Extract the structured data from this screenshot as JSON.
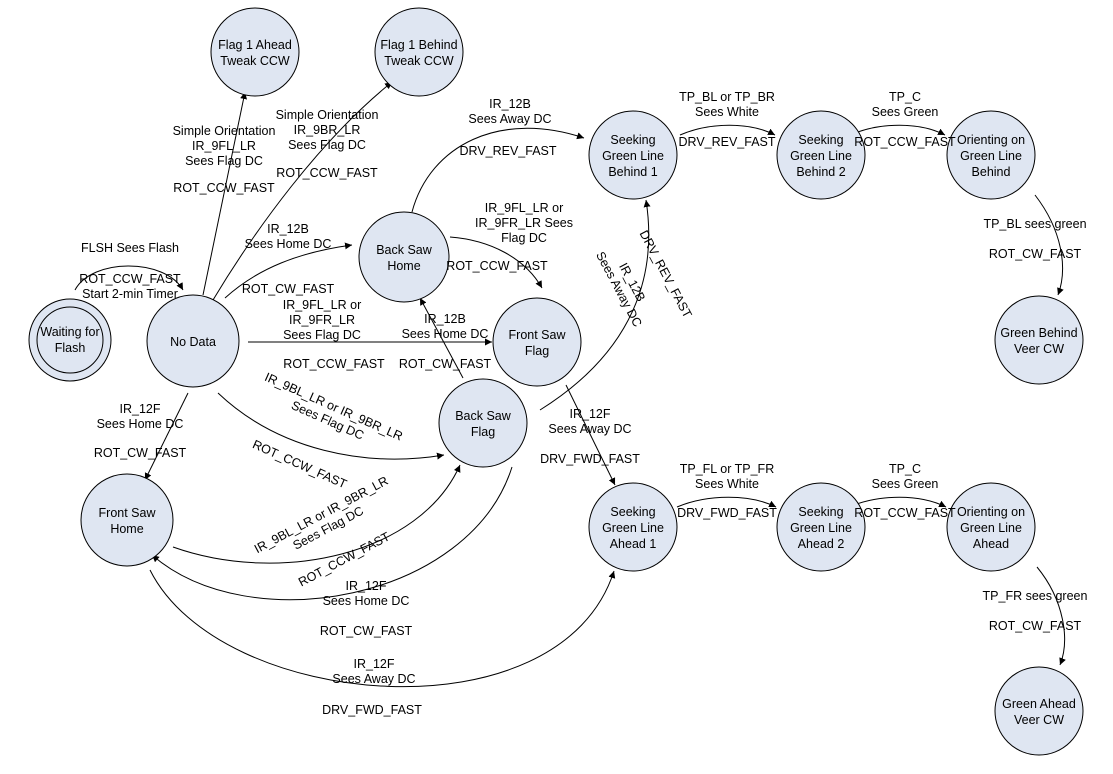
{
  "diagram": {
    "type": "state-machine",
    "states": {
      "waiting": [
        "Waiting for",
        "Flash"
      ],
      "nodata": [
        "No Data"
      ],
      "flag1ahead": [
        "Flag 1 Ahead",
        "Tweak CCW"
      ],
      "flag1behind": [
        "Flag 1 Behind",
        "Tweak CCW"
      ],
      "backsawhome": [
        "Back Saw",
        "Home"
      ],
      "frontsawflag": [
        "Front Saw",
        "Flag"
      ],
      "backsawflag": [
        "Back Saw",
        "Flag"
      ],
      "frontsawhome": [
        "Front Saw",
        "Home"
      ],
      "seekbehind1": [
        "Seeking",
        "Green Line",
        "Behind 1"
      ],
      "seekbehind2": [
        "Seeking",
        "Green Line",
        "Behind 2"
      ],
      "orientbehind": [
        "Orienting on",
        "Green Line",
        "Behind"
      ],
      "greenbehind": [
        "Green Behind",
        "Veer CW"
      ],
      "seekahead1": [
        "Seeking",
        "Green Line",
        "Ahead 1"
      ],
      "seekahead2": [
        "Seeking",
        "Green Line",
        "Ahead 2"
      ],
      "orientahead": [
        "Orienting on",
        "Green Line",
        "Ahead"
      ],
      "greenahead": [
        "Green Ahead",
        "Veer CW"
      ]
    },
    "labels": {
      "l_flash": [
        "FLSH Sees Flash"
      ],
      "l_flash_act": [
        "ROT_CCW_FAST",
        "Start 2-min Timer"
      ],
      "l_flag1a": [
        "Simple Orientation",
        "IR_9FL_LR",
        "Sees Flag DC"
      ],
      "l_flag1a_act": [
        "ROT_CCW_FAST"
      ],
      "l_flag1b": [
        "Simple Orientation",
        "IR_9BR_LR",
        "Sees Flag DC"
      ],
      "l_flag1b_act": [
        "ROT_CCW_FAST"
      ],
      "l_bsh": [
        "IR_12B",
        "Sees Home DC"
      ],
      "l_bsh_act": [
        "ROT_CW_FAST"
      ],
      "l_fsf": [
        "IR_9FL_LR or",
        "IR_9FR_LR",
        "Sees Flag DC"
      ],
      "l_fsf_act": [
        "ROT_CCW_FAST"
      ],
      "l_bsh_fsf": [
        "IR_9FL_LR or",
        "IR_9FR_LR Sees",
        "Flag DC"
      ],
      "l_bsh_fsf_act": [
        "ROT_CCW_FAST"
      ],
      "l_bsf_bsh": [
        "IR_12B",
        "Sees Home DC"
      ],
      "l_bsf_bsh_act": [
        "ROT_CW_FAST"
      ],
      "l_bsh_seek": [
        "IR_12B",
        "Sees Away DC"
      ],
      "l_bsh_seek_act": [
        "DRV_REV_FAST"
      ],
      "l_sb12": [
        "TP_BL or TP_BR",
        "Sees White"
      ],
      "l_sb12_act": [
        "DRV_REV_FAST"
      ],
      "l_sb2o": [
        "TP_C",
        "Sees Green"
      ],
      "l_sb2o_act": [
        "ROT_CCW_FAST"
      ],
      "l_ob_gb": [
        "TP_BL sees green"
      ],
      "l_ob_gb_act": [
        "ROT_CW_FAST"
      ],
      "l_fsh": [
        "IR_12F",
        "Sees Home DC"
      ],
      "l_fsh_act": [
        "ROT_CW_FAST"
      ],
      "l_bsf": [
        "IR_9BL_LR or IR_9BR_LR",
        "Sees Flag DC"
      ],
      "l_bsf_act": [
        "ROT_CCW_FAST"
      ],
      "l_fsh_bsf": [
        "IR_9BL_LR or IR_9BR_LR",
        "Sees Flag DC"
      ],
      "l_fsh_bsf_act": [
        "ROT_CCW_FAST"
      ],
      "l_fsf_seek": [
        "IR_12F",
        "Sees Away DC"
      ],
      "l_fsf_seek_act": [
        "DRV_FWD_FAST"
      ],
      "l_sa12": [
        "TP_FL or TP_FR",
        "Sees White"
      ],
      "l_sa12_act": [
        "DRV_FWD_FAST"
      ],
      "l_sa2o": [
        "TP_C",
        "Sees Green"
      ],
      "l_sa2o_act": [
        "ROT_CCW_FAST"
      ],
      "l_oa_ga": [
        "TP_FR sees green"
      ],
      "l_oa_ga_act": [
        "ROT_CW_FAST"
      ],
      "l_bsf_fsh": [
        "IR_12F",
        "Sees Home DC"
      ],
      "l_bsf_fsh_act": [
        "ROT_CW_FAST"
      ],
      "l_fsh_seek": [
        "IR_12F",
        "Sees Away DC"
      ],
      "l_fsh_seek_act": [
        "DRV_FWD_FAST"
      ],
      "l_rot": [
        "IR_12B",
        "Sees Away DC"
      ],
      "l_rot_act": [
        "DRV_REV_FAST"
      ]
    }
  }
}
